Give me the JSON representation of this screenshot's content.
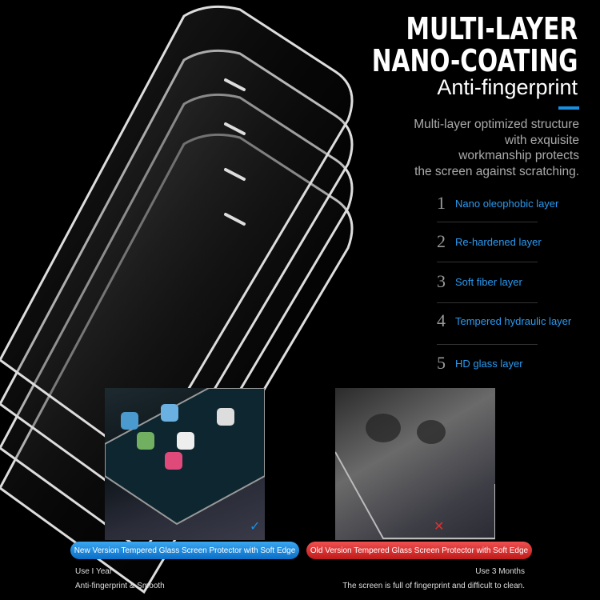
{
  "heading": {
    "line1": "MULTI-LAYER",
    "line2": "NANO-COATING",
    "line3": "Anti-fingerprint"
  },
  "description": [
    "Multi-layer optimized structure",
    "with exquisite",
    "workmanship protects",
    "the screen against scratching."
  ],
  "layers": [
    {
      "num": "1",
      "label": "Nano oleophobic layer"
    },
    {
      "num": "2",
      "label": "Re-hardened layer"
    },
    {
      "num": "3",
      "label": "Soft fiber layer"
    },
    {
      "num": "4",
      "label": "Tempered hydraulic layer"
    },
    {
      "num": "5",
      "label": "HD glass layer"
    }
  ],
  "comparison": {
    "new": {
      "label": "New Version Tempered Glass Screen Protector with Soft Edge",
      "line1": "Use I Year",
      "line2": "Anti-fingerprint & Smooth",
      "mark": "check-icon",
      "color": "#1a8fe0"
    },
    "old": {
      "label": "Old Version Tempered Glass Screen Protector with Soft Edge",
      "line1": "Use 3 Months",
      "line2": "The screen is full of fingerprint and difficult to clean.",
      "mark": "cross-icon",
      "color": "#e03030"
    }
  },
  "colors": {
    "accent": "#1a8fe0",
    "layer_text": "#2a9af0"
  }
}
